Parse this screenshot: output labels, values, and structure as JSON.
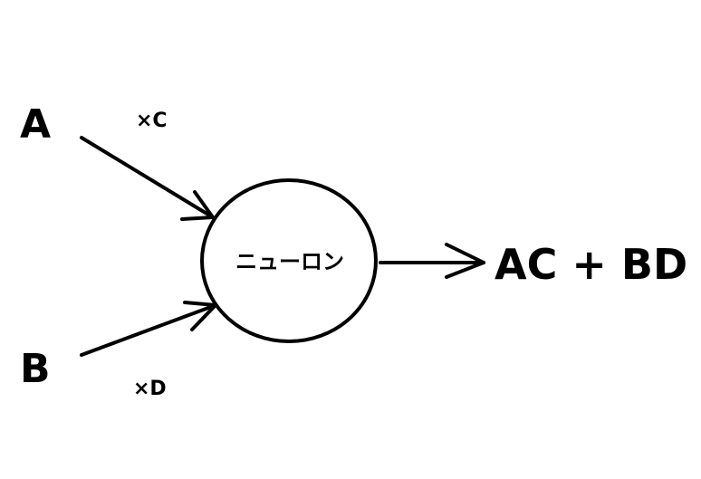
{
  "diagram": {
    "inputs": [
      {
        "name": "A",
        "weight": "×C"
      },
      {
        "name": "B",
        "weight": "×D"
      }
    ],
    "neuron_label": "ニューロン",
    "output": "AC + BD"
  }
}
